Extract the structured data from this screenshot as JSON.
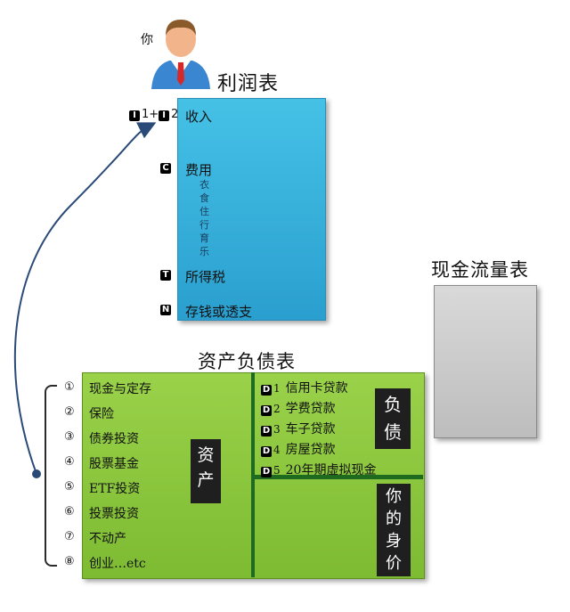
{
  "person": {
    "label": "你",
    "icon": "businessman-icon"
  },
  "income_statement": {
    "title": "利润表",
    "income": {
      "badge1": "I",
      "sep": "1+",
      "badge2": "I",
      "suffix": "2",
      "label": "收入"
    },
    "expense": {
      "badge": "C",
      "label": "费用",
      "items": [
        "衣",
        "食",
        "住",
        "行",
        "育",
        "乐"
      ]
    },
    "tax": {
      "badge": "T",
      "label": "所得税"
    },
    "net": {
      "badge": "N",
      "label": "存钱或透支"
    }
  },
  "cash_flow": {
    "title": "现金流量表"
  },
  "balance_sheet": {
    "title": "资产负债表",
    "assets_label_chars": [
      "资",
      "产"
    ],
    "assets": [
      {
        "num": "①",
        "label": "现金与定存"
      },
      {
        "num": "②",
        "label": "保险"
      },
      {
        "num": "③",
        "label": "债券投资"
      },
      {
        "num": "④",
        "label": "股票基金"
      },
      {
        "num": "⑤",
        "label": "ETF投资"
      },
      {
        "num": "⑥",
        "label": "投票投资"
      },
      {
        "num": "⑦",
        "label": "不动产"
      },
      {
        "num": "⑧",
        "label": "创业…etc"
      }
    ],
    "liabilities_label_chars": [
      "负",
      "债"
    ],
    "liabilities": [
      {
        "badge": "D",
        "num": "1",
        "label": "信用卡贷款"
      },
      {
        "badge": "D",
        "num": "2",
        "label": "学费贷款"
      },
      {
        "badge": "D",
        "num": "3",
        "label": "车子贷款"
      },
      {
        "badge": "D",
        "num": "4",
        "label": "房屋贷款"
      },
      {
        "badge": "D",
        "num": "5",
        "label": "20年期虚拟现金"
      }
    ],
    "networth_label_chars": [
      "你",
      "的",
      "身",
      "价"
    ]
  },
  "colors": {
    "income_box": "#35b1de",
    "balance_box": "#8cc63f",
    "cash_box": "#cfcfcf",
    "divider": "#1e6a1e",
    "arrow": "#2a4a78"
  }
}
